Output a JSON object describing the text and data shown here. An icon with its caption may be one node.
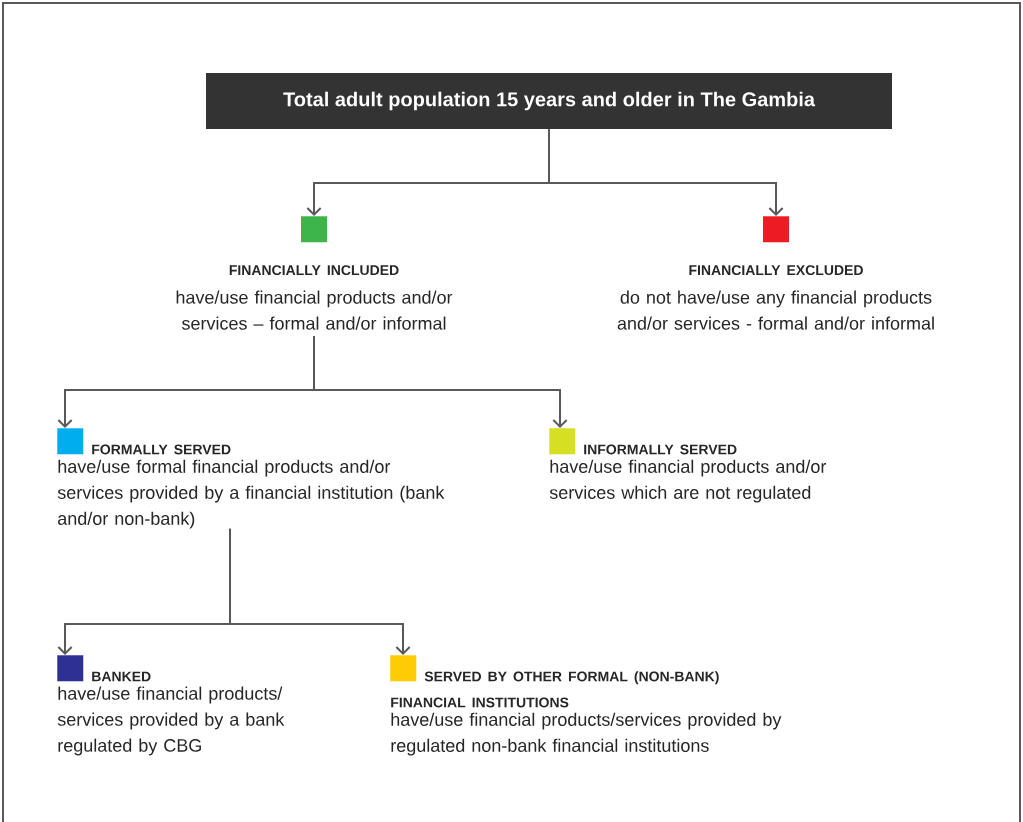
{
  "diagram": {
    "nodes": [
      {
        "text": [
          "Total adult population 15 years and older in The Gambia"
        ]
      },
      {
        "text": [
          "FINANCIALLY INCLUDED",
          "have/use financial products and/or services – formal and/or informal"
        ]
      },
      {
        "text": [
          "FINANCIALLY EXCLUDED",
          "do not have/use any financial products and/or services - formal and/or informal"
        ]
      },
      {
        "text": [
          "FORMALLY SERVED",
          "have/use formal financial products and/or services provided by a financial institution (bank and/or non-bank)"
        ]
      },
      {
        "text": [
          "INFORMALLY SERVED",
          "have/use financial products and/or services which are not regulated"
        ]
      },
      {
        "text": [
          "BANKED",
          "have/use financial products/ services provided by a bank regulated by CBG"
        ]
      },
      {
        "text": [
          "SERVED BY OTHER FORMAL (NON-BANK) FINANCIAL INSTITUTIONS",
          "have/use financial products/services provided by regulated non-bank financial institutions"
        ]
      }
    ],
    "edges": [
      {
        "from": 0,
        "to": 1,
        "arrow": "to"
      },
      {
        "from": 0,
        "to": 2,
        "arrow": "to"
      },
      {
        "from": 1,
        "to": 3,
        "arrow": "to"
      },
      {
        "from": 1,
        "to": 4,
        "arrow": "to"
      },
      {
        "from": 3,
        "to": 5,
        "arrow": "to"
      },
      {
        "from": 3,
        "to": 6,
        "arrow": "to"
      }
    ]
  }
}
